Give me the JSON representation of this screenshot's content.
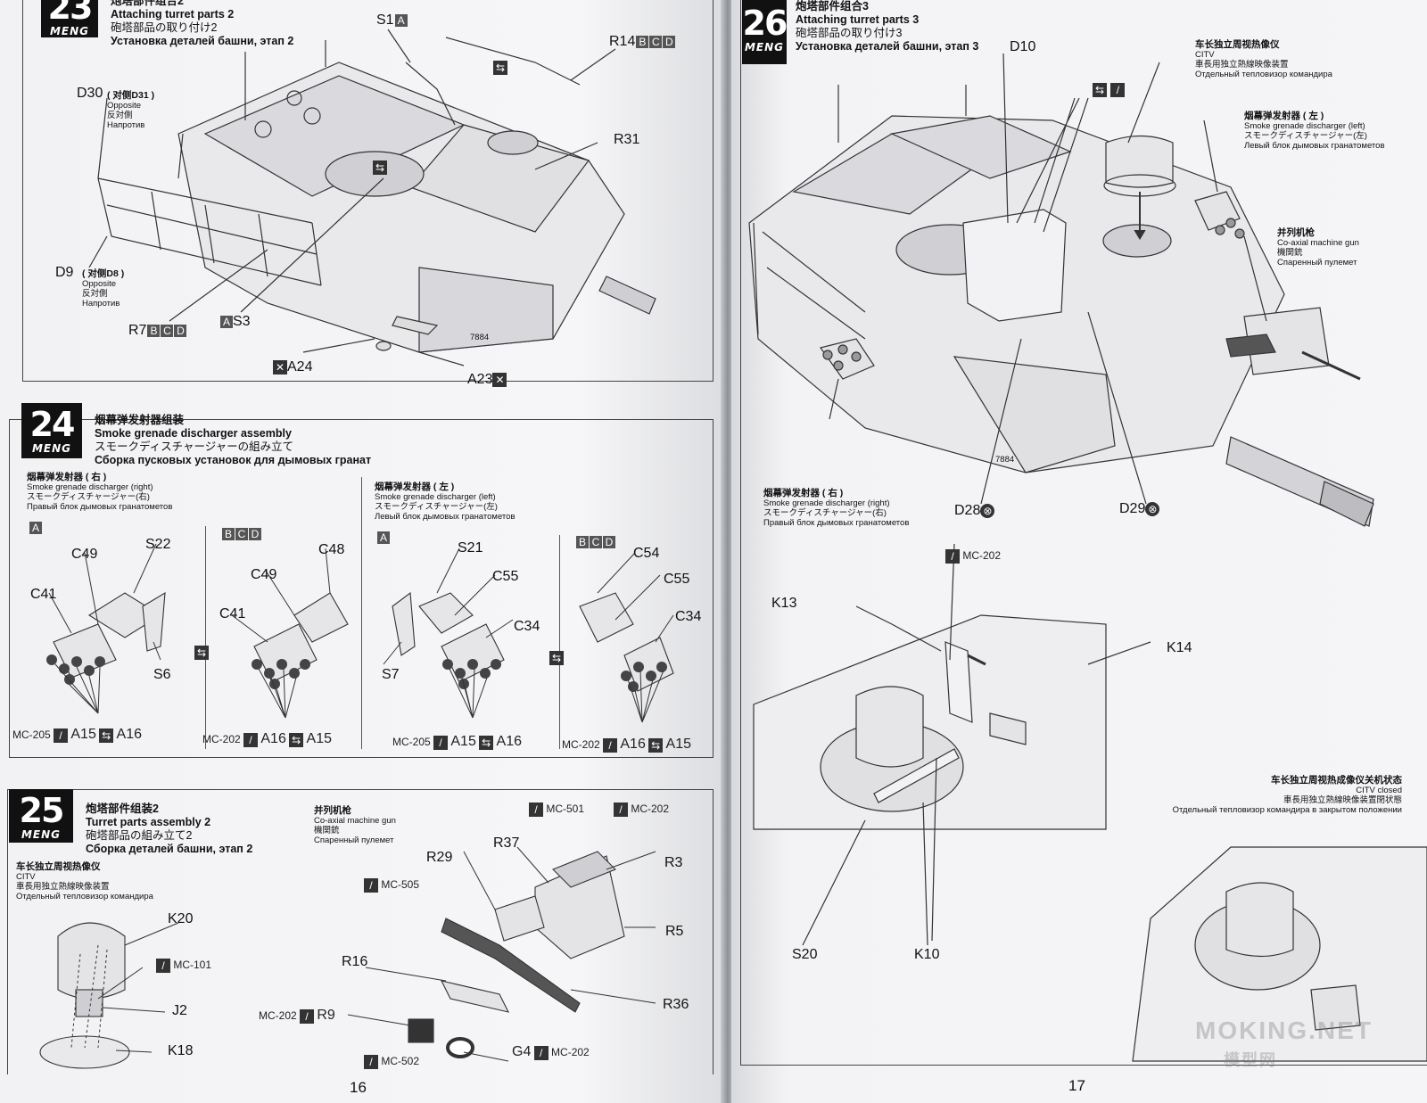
{
  "left_page": {
    "page_number": "16",
    "step23": {
      "number": "23",
      "logo": "MENG",
      "title_zh": "炮塔部件组合2",
      "title_en": "Attaching turret parts 2",
      "title_jp": "砲塔部品の取り付け2",
      "title_ru": "Установка деталей башни, этап 2",
      "labels": {
        "s1": "S1",
        "r14": "R14",
        "d30": "D30",
        "d30_note_zh": "( 对侧D31 )",
        "d30_note_en": "Opposite",
        "d30_note_jp": "反対側",
        "d30_note_ru": "Напротив",
        "r31": "R31",
        "d9": "D9",
        "d9_note_zh": "( 对侧D8 )",
        "d9_note_en": "Opposite",
        "d9_note_jp": "反対側",
        "d9_note_ru": "Напротив",
        "r7": "R7",
        "s3": "S3",
        "a24": "A24",
        "a23": "A23",
        "hull_mark": "7884"
      }
    },
    "step24": {
      "number": "24",
      "logo": "MENG",
      "title_zh": "烟幕弹发射器组装",
      "title_en": "Smoke grenade discharger assembly",
      "title_jp": "スモークディスチャージャーの組み立て",
      "title_ru": "Сборка пусковых установок для дымовых гранат",
      "right_zh": "烟幕弹发射器 ( 右 )",
      "right_en": "Smoke grenade discharger (right)",
      "right_jp": "スモークディスチャージャー(右)",
      "right_ru": "Правый блок дымовых гранатометов",
      "left_zh": "烟幕弹发射器 ( 左 )",
      "left_en": "Smoke grenade discharger (left)",
      "left_jp": "スモークディスチャージャー(左)",
      "left_ru": "Левый блок дымовых гранатометов",
      "variant_a": "A",
      "variant_bcd": [
        "B",
        "C",
        "D"
      ],
      "labels": {
        "c49a": "C49",
        "s22": "S22",
        "c41a": "C41",
        "s6": "S6",
        "c48": "C48",
        "c49b": "C49",
        "c41b": "C41",
        "s21": "S21",
        "c55a": "C55",
        "c34a": "C34",
        "s7": "S7",
        "c54": "C54",
        "c55b": "C55",
        "c34b": "C34"
      },
      "tool_rows": [
        {
          "paint": "MC-205",
          "a": "A15",
          "b": "A16"
        },
        {
          "paint": "MC-202",
          "a": "A16",
          "b": "A15"
        },
        {
          "paint": "MC-205",
          "a": "A15",
          "b": "A16"
        },
        {
          "paint": "MC-202",
          "a": "A16",
          "b": "A15"
        }
      ]
    },
    "step25": {
      "number": "25",
      "logo": "MENG",
      "title_zh": "炮塔部件组装2",
      "title_en": "Turret parts assembly 2",
      "title_jp": "砲塔部品の組み立て2",
      "title_ru": "Сборка деталей башни, этап 2",
      "citv_zh": "车长独立周视热像仪",
      "citv_en": "CITV",
      "citv_jp": "車長用独立熱線映像装置",
      "citv_ru": "Отдельный тепловизор командира",
      "mg_zh": "并列机枪",
      "mg_en": "Co-axial machine gun",
      "mg_jp": "機関銃",
      "mg_ru": "Спаренный пулемет",
      "labels": {
        "k20": "K20",
        "mc101": "MC-101",
        "j2": "J2",
        "k18": "K18",
        "mc501": "MC-501",
        "mc202a": "MC-202",
        "r37": "R37",
        "r29": "R29",
        "r3": "R3",
        "mc505": "MC-505",
        "r5": "R5",
        "r16": "R16",
        "r36": "R36",
        "mc202b": "MC-202",
        "r9": "R9",
        "g4": "G4",
        "mc202c": "MC-202",
        "mc502": "MC-502"
      }
    }
  },
  "right_page": {
    "page_number": "17",
    "step26": {
      "number": "26",
      "logo": "MENG",
      "title_zh": "炮塔部件组合3",
      "title_en": "Attaching turret parts 3",
      "title_jp": "砲塔部品の取り付け3",
      "title_ru": "Установка деталей башни, этап 3",
      "labels": {
        "d10": "D10",
        "d28": "D28",
        "d29": "D29",
        "k13": "K13",
        "k14": "K14",
        "s20": "S20",
        "k10": "K10",
        "mc202": "MC-202",
        "hull_mark": "7884"
      },
      "citv_zh": "车长独立周视热像仪",
      "citv_en": "CITV",
      "citv_jp": "車長用独立熱線映像装置",
      "citv_ru": "Отдельный тепловизор командира",
      "smoke_left_zh": "烟幕弹发射器 ( 左 )",
      "smoke_left_en": "Smoke grenade discharger (left)",
      "smoke_left_jp": "スモークディスチャージャー(左)",
      "smoke_left_ru": "Левый блок дымовых гранатометов",
      "mg_zh": "并列机枪",
      "mg_en": "Co-axial machine gun",
      "mg_jp": "機関銃",
      "mg_ru": "Спаренный пулемет",
      "smoke_right_zh": "烟幕弹发射器 ( 右 )",
      "smoke_right_en": "Smoke grenade discharger (right)",
      "smoke_right_jp": "スモークディスチャージャー(右)",
      "smoke_right_ru": "Правый блок дымовых гранатометов",
      "citv_closed_zh": "车长独立周视热成像仪关机状态",
      "citv_closed_en": "CITV closed",
      "citv_closed_jp": "車長用独立熱線映像装置閉状態",
      "citv_closed_ru": "Отдельный тепловизор командира в закрытом положении"
    },
    "watermark": "MOKING.NET",
    "watermark_sub": "模型网"
  }
}
